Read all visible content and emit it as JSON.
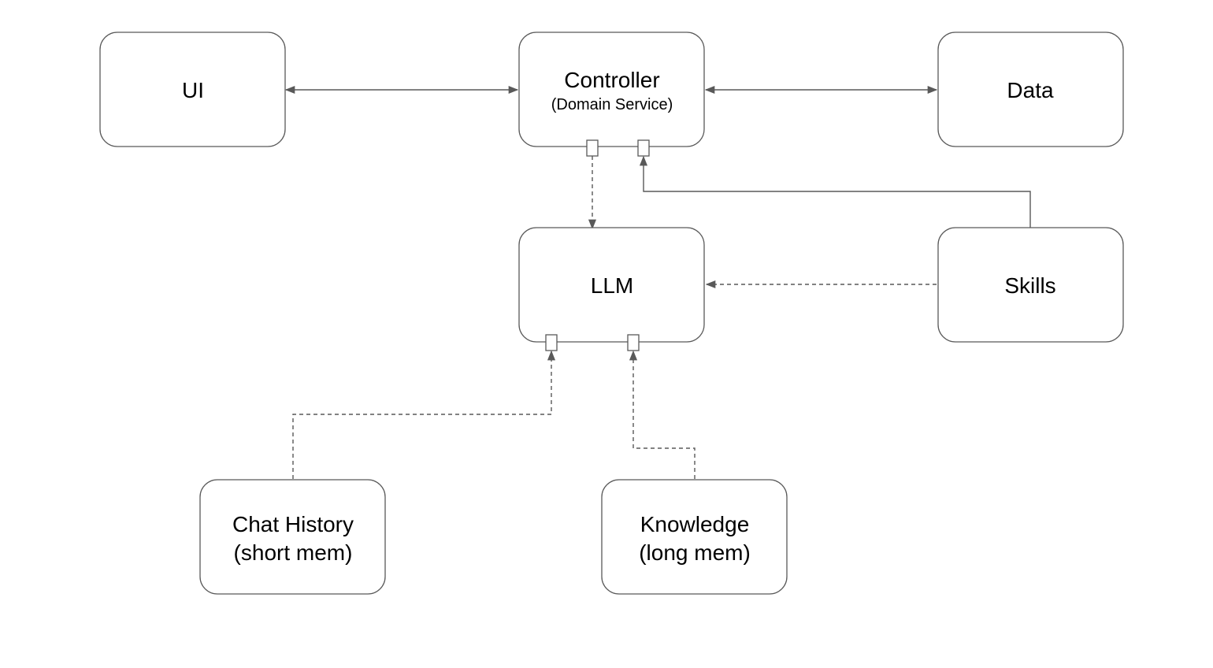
{
  "diagram": {
    "nodes": {
      "ui": {
        "label": "UI"
      },
      "controller": {
        "label": "Controller",
        "sublabel": "(Domain Service)"
      },
      "data": {
        "label": "Data"
      },
      "llm": {
        "label": "LLM"
      },
      "skills": {
        "label": "Skills"
      },
      "chat_history": {
        "line1": "Chat History",
        "line2": "(short mem)"
      },
      "knowledge": {
        "line1": "Knowledge",
        "line2": "(long mem)"
      }
    },
    "edges": [
      {
        "from": "UI",
        "to": "Controller",
        "style": "solid",
        "arrows": "both"
      },
      {
        "from": "Controller",
        "to": "Data",
        "style": "solid",
        "arrows": "both"
      },
      {
        "from": "Controller",
        "to": "LLM",
        "style": "dashed",
        "arrows": "end"
      },
      {
        "from": "Skills",
        "to": "Controller",
        "style": "solid",
        "arrows": "end"
      },
      {
        "from": "Skills",
        "to": "LLM",
        "style": "dashed",
        "arrows": "end"
      },
      {
        "from": "Chat History",
        "to": "LLM",
        "style": "dashed",
        "arrows": "end"
      },
      {
        "from": "Knowledge",
        "to": "LLM",
        "style": "dashed",
        "arrows": "end"
      }
    ],
    "colors": {
      "stroke": "#595959",
      "text": "#000000",
      "background": "#ffffff"
    }
  }
}
